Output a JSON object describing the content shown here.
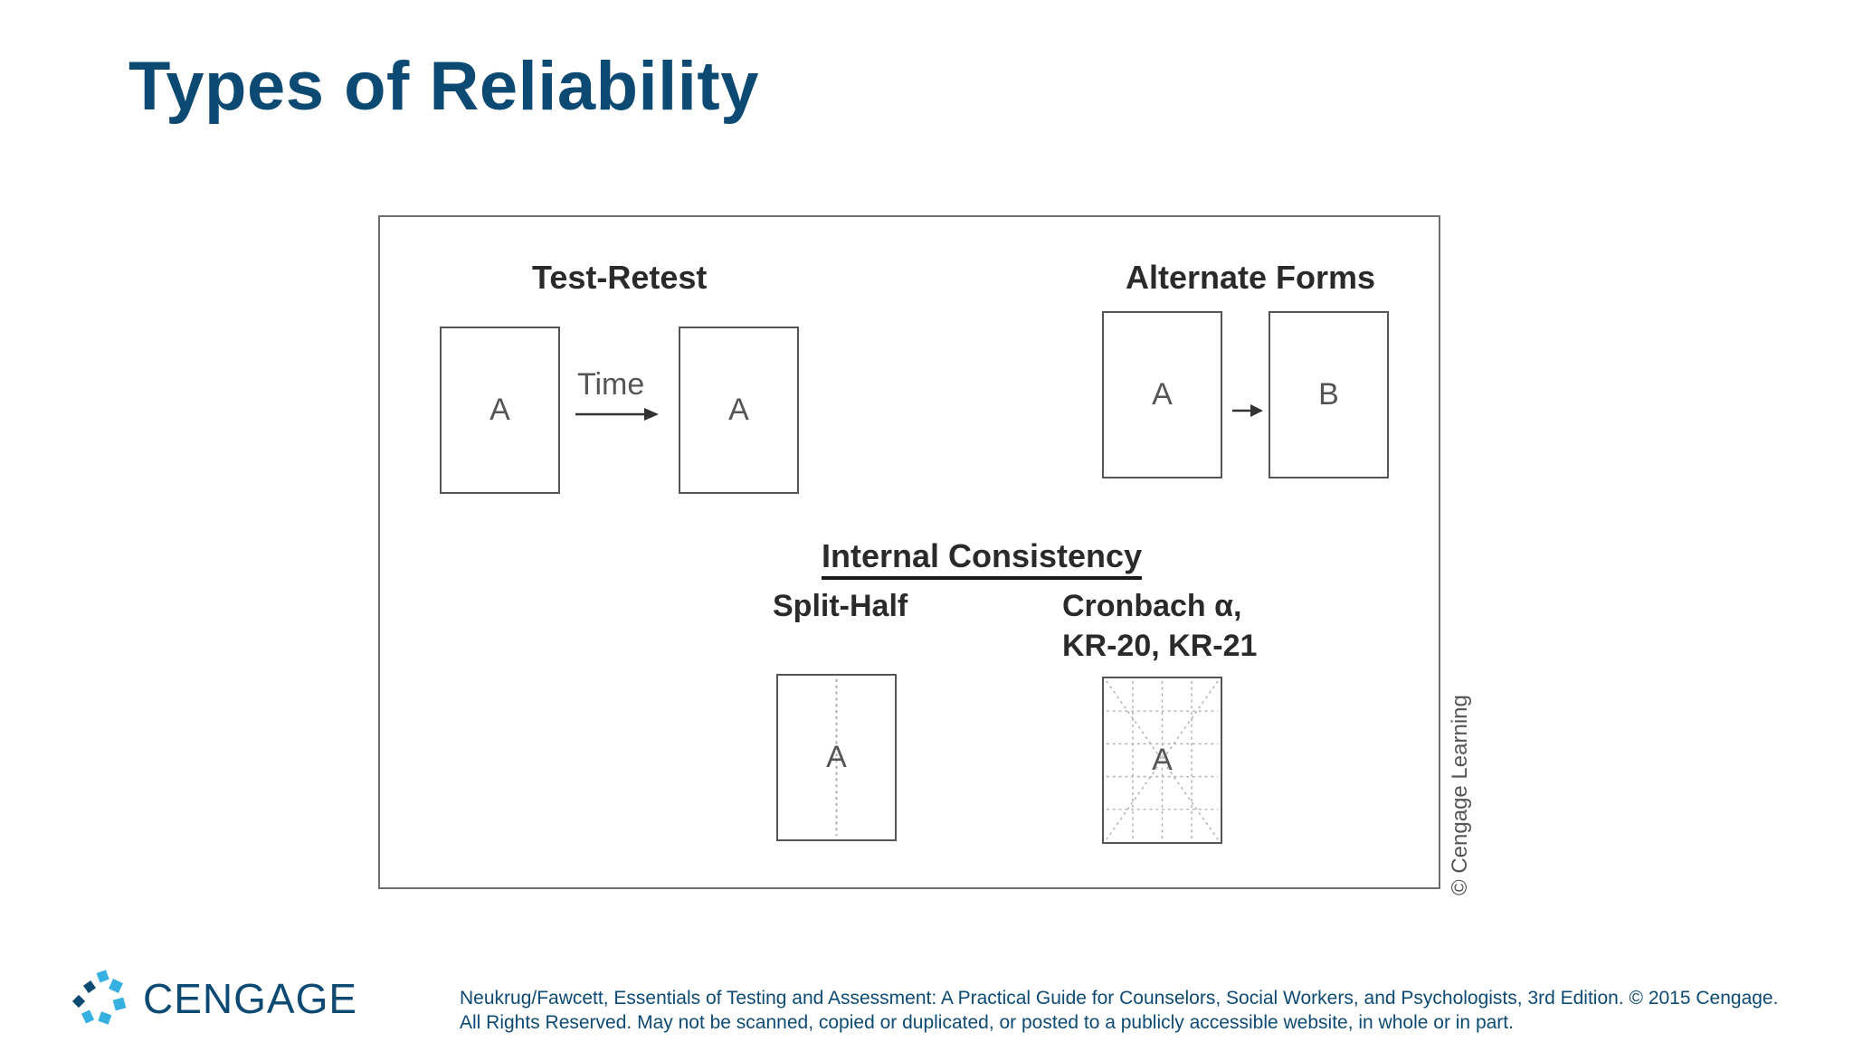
{
  "slide": {
    "title": "Types of Reliability"
  },
  "diagram": {
    "test_retest": {
      "heading": "Test-Retest",
      "box_left": "A",
      "box_right": "A",
      "arrow_label": "Time"
    },
    "alternate_forms": {
      "heading": "Alternate Forms",
      "box_left": "A",
      "box_right": "B"
    },
    "internal_consistency": {
      "heading": "Internal Consistency",
      "split_half": {
        "label": "Split-Half",
        "box": "A"
      },
      "cronbach": {
        "label_line1": "Cronbach α,",
        "label_line2": "KR-20, KR-21",
        "box": "A"
      }
    },
    "credit": "© Cengage Learning"
  },
  "footer": {
    "brand": "CENGAGE",
    "line1": "Neukrug/Fawcett, Essentials of Testing and Assessment: A Practical Guide for Counselors, Social Workers, and Psychologists, 3rd Edition. © 2015 Cengage.",
    "line2": "All Rights Reserved. May not be scanned, copied or duplicated, or posted to a publicly accessible website, in whole or in part."
  },
  "colors": {
    "title": "#0d4a73",
    "logo_light": "#35b0e0",
    "logo_dark": "#0d4a73"
  }
}
